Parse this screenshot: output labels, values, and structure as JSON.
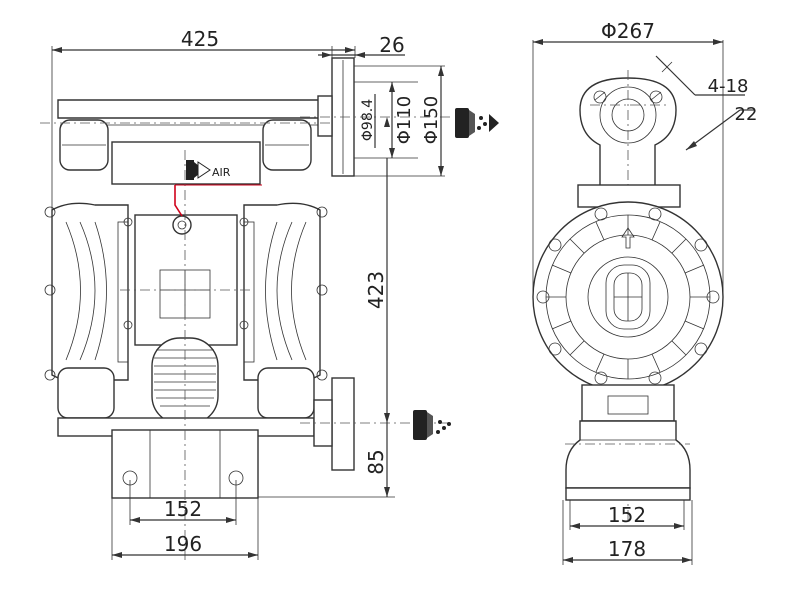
{
  "air_label": "AIR",
  "front_view": {
    "overall_width": "425",
    "flange_thickness": "26",
    "bolt_circle_inner": "Φ98.4",
    "bolt_circle_mid": "Φ110",
    "bolt_circle_outer": "Φ150",
    "height": "423",
    "inlet_height": "85",
    "foot_center_spacing": "152",
    "base_width": "196"
  },
  "side_view": {
    "overall_diameter": "Φ267",
    "bolt_holes": "4-18",
    "flange_offset": "22",
    "foot_center_spacing": "152",
    "base_width": "178"
  },
  "colors": {
    "line": "#333333",
    "air_line": "#d0021b"
  },
  "icons": [
    "air-inlet-icon",
    "fluid-outlet-icon",
    "fluid-inlet-icon"
  ]
}
